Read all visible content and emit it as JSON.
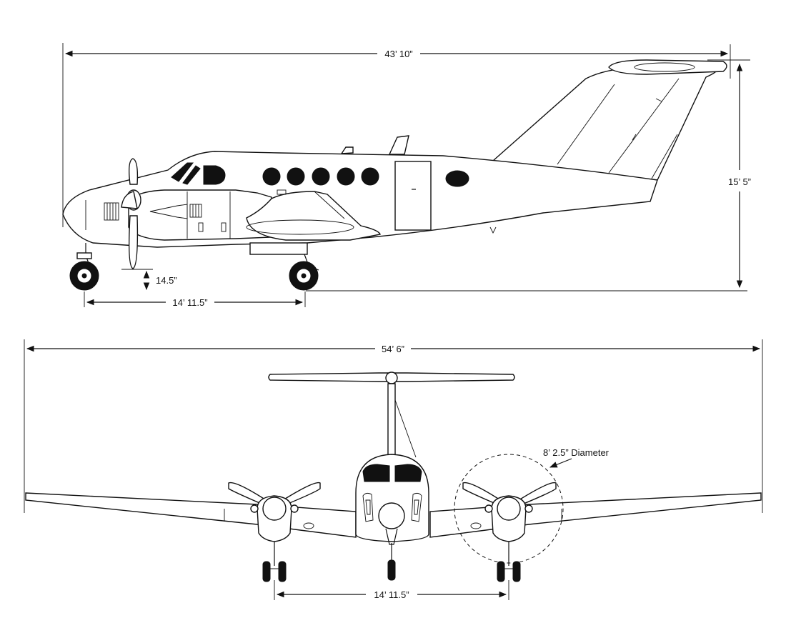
{
  "side_view": {
    "length_label": "43’ 10”",
    "height_label": "15’ 5”",
    "prop_clearance_label": "14.5”",
    "wheelbase_label": "14’ 11.5”"
  },
  "front_view": {
    "wingspan_label": "54’ 6”",
    "prop_diameter_label": "8’ 2.5” Diameter",
    "track_label": "14’ 11.5”"
  },
  "colors": {
    "line": "#111111",
    "background": "#ffffff"
  }
}
